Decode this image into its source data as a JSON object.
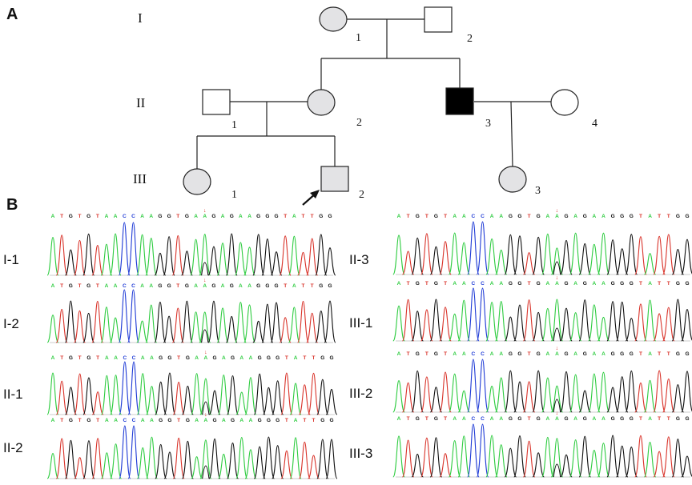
{
  "panels": {
    "a": "A",
    "b": "B"
  },
  "pedigree": {
    "generations": [
      "I",
      "II",
      "III"
    ],
    "individuals": [
      {
        "id": "I-1",
        "sex": "female",
        "status": "carrier",
        "label": "1"
      },
      {
        "id": "I-2",
        "sex": "male",
        "status": "normal",
        "label": "2"
      },
      {
        "id": "II-1",
        "sex": "male",
        "status": "normal",
        "label": "1"
      },
      {
        "id": "II-2",
        "sex": "female",
        "status": "carrier",
        "label": "2"
      },
      {
        "id": "II-3",
        "sex": "male",
        "status": "affected",
        "label": "3"
      },
      {
        "id": "II-4",
        "sex": "female",
        "status": "normal",
        "label": "4"
      },
      {
        "id": "III-1",
        "sex": "female",
        "status": "carrier",
        "label": "1"
      },
      {
        "id": "III-2",
        "sex": "male",
        "status": "carrier",
        "label": "2",
        "proband": true
      },
      {
        "id": "III-3",
        "sex": "female",
        "status": "carrier",
        "label": "3"
      }
    ],
    "colors": {
      "carrier": "#e3e3e5",
      "affected": "#000000",
      "normal": "#ffffff"
    }
  },
  "sequencing": {
    "sequence": "ATGTGTAACCAAGGTGAAGAGAAGGGTATTGG",
    "mutation_index": 17,
    "mutation_marker": "↓",
    "traces": [
      "I-1",
      "I-2",
      "II-1",
      "II-2",
      "II-3",
      "III-1",
      "III-2",
      "III-3"
    ],
    "base_colors": {
      "A": "#2ecc40",
      "T": "#d9342b",
      "G": "#111111",
      "C": "#1f3bd6"
    }
  }
}
